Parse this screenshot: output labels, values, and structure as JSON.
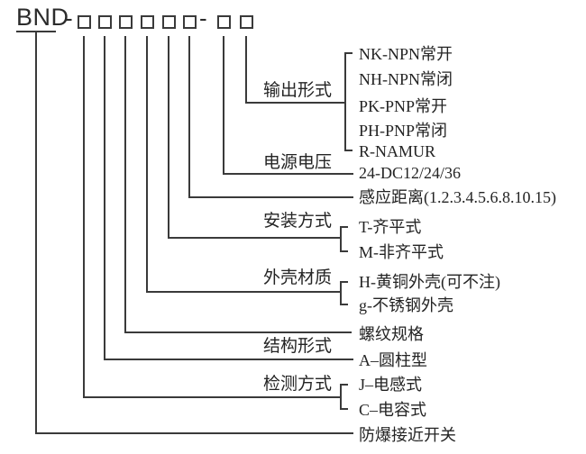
{
  "model": {
    "prefix": "BND",
    "separator": "-",
    "main_box_count": 6,
    "suffix_box_count": 2
  },
  "categories": {
    "output_type": {
      "label": "输出形式",
      "options": [
        "NK-NPN常开",
        "NH-NPN常闭",
        "PK-PNP常开",
        "PH-PNP常闭",
        "R-NAMUR"
      ]
    },
    "supply_voltage": {
      "label": "电源电压",
      "options": [
        "24-DC12/24/36"
      ]
    },
    "sensing_distance": {
      "options": [
        "感应距离(1.2.3.4.5.6.8.10.15)"
      ]
    },
    "mounting_style": {
      "label": "安装方式",
      "options": [
        "T-齐平式",
        "M-非齐平式"
      ]
    },
    "housing_material": {
      "label": "外壳材质",
      "options": [
        "H-黄铜外壳(可不注)",
        "g-不锈钢外壳"
      ]
    },
    "thread_spec": {
      "options": [
        "螺纹规格"
      ]
    },
    "structure_type": {
      "label": "结构形式",
      "options": [
        "A–圆柱型"
      ]
    },
    "detection_method": {
      "label": "检测方式",
      "options": [
        "J–电感式",
        "C–电容式"
      ]
    },
    "product_name": {
      "options": [
        "防爆接近开关"
      ]
    }
  },
  "colors": {
    "line": "#3a3a3a",
    "text": "#242424",
    "background": "#ffffff"
  }
}
